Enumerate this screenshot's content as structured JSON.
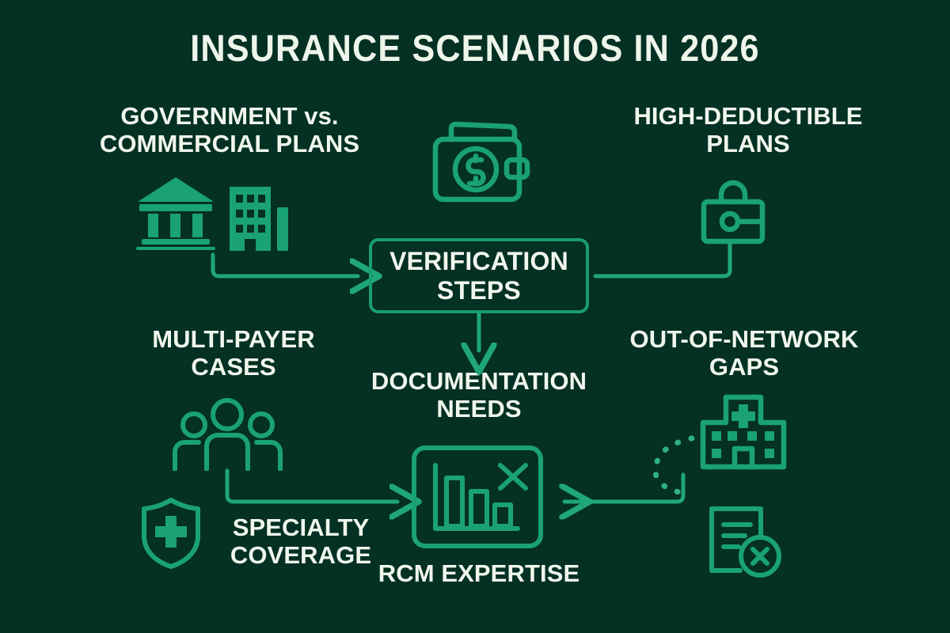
{
  "page": {
    "title": "INSURANCE SCENARIOS IN 2026",
    "background_color": "#053024",
    "accent_color": "#1aa274",
    "text_color": "#f0f6ec"
  },
  "nodes": {
    "government_commercial": {
      "label": "GOVERNMENT vs.\nCOMMERCIAL PLANS",
      "icons": [
        "bank-icon",
        "office-building-icon"
      ]
    },
    "wallet": {
      "icon": "wallet-dollar-icon"
    },
    "high_deductible": {
      "label": "HIGH-DEDUCTIBLE\nPLANS",
      "icons": [
        "padlock-icon"
      ]
    },
    "verification_steps": {
      "label": "VERIFICATION\nSTEPS"
    },
    "documentation_needs": {
      "label": "DOCUMENTATION\nNEEDS"
    },
    "multi_payer": {
      "label": "MULTI-PAYER\nCASES",
      "icons": [
        "people-group-icon"
      ]
    },
    "out_of_network": {
      "label": "OUT-OF-NETWORK\nGAPS",
      "icons": [
        "hospital-icon"
      ]
    },
    "specialty_coverage": {
      "label": "SPECIALTY\nCOVERAGE",
      "icons": [
        "shield-plus-icon"
      ]
    },
    "rcm_expertise": {
      "label": "RCM EXPERTISE",
      "icons": [
        "declining-bar-chart-x-icon"
      ]
    },
    "denied_claim": {
      "icon": "document-x-icon"
    }
  },
  "connectors": [
    {
      "name": "gov-to-verification",
      "style": "solid",
      "arrow": true
    },
    {
      "name": "deductible-to-verification",
      "style": "solid",
      "arrow": false
    },
    {
      "name": "verification-to-documentation",
      "style": "solid",
      "arrow": true
    },
    {
      "name": "multipayer-to-rcm",
      "style": "solid",
      "arrow": true
    },
    {
      "name": "network-to-rcm",
      "style": "solid",
      "arrow": true
    },
    {
      "name": "hospital-dotted-arc",
      "style": "dotted",
      "arrow": false
    }
  ]
}
